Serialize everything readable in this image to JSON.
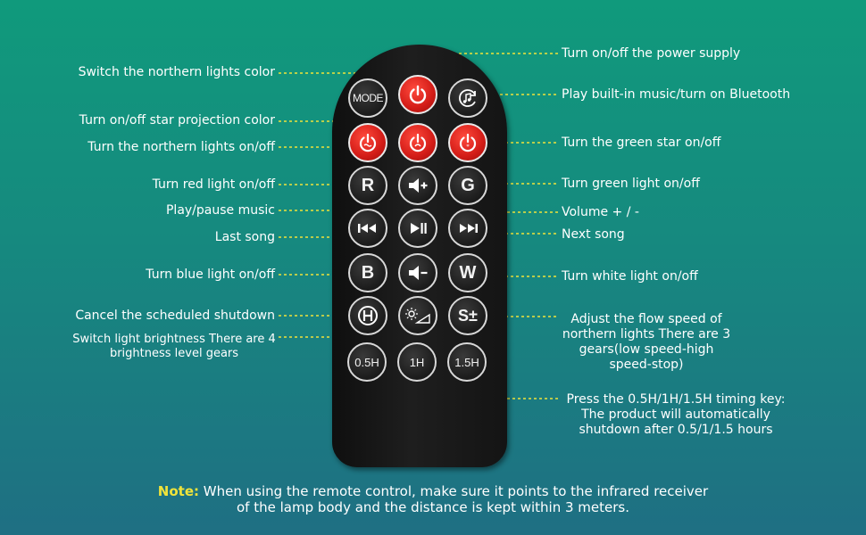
{
  "labels": {
    "left": {
      "switch_color": "Switch the northern lights color",
      "star_projection": "Turn on/off star projection color",
      "northern_onoff": "Turn the northern lights on/off",
      "red_light": "Turn red light on/off",
      "play_pause": "Play/pause music",
      "last_song": "Last song",
      "blue_light": "Turn blue light on/off",
      "cancel_shutdown": "Cancel the scheduled shutdown",
      "brightness_line1": "Switch light brightness There are 4",
      "brightness_line2": "brightness level gears"
    },
    "right": {
      "power": "Turn on/off the power supply",
      "music_bt": "Play built-in music/turn on Bluetooth",
      "green_star": "Turn the green star on/off",
      "green_light": "Turn green light on/off",
      "volume": "Volume + / -",
      "next_song": "Next song",
      "white_light": "Turn white light on/off",
      "flow_line1": "Adjust the flow speed of",
      "flow_line2": "northern lights There are 3",
      "flow_line3": "gears(low speed-high",
      "flow_line4": "speed-stop)",
      "timer_line1": "Press the 0.5H/1H/1.5H timing key:",
      "timer_line2": "The product will automatically",
      "timer_line3": "shutdown after 0.5/1/1.5 hours"
    }
  },
  "buttons": {
    "mode": "MODE",
    "r": "R",
    "g": "G",
    "b": "B",
    "w": "W",
    "s_plus_minus": "S±",
    "t05": "0.5H",
    "t1": "1H",
    "t15": "1.5H"
  },
  "note": {
    "prefix": "Note:",
    "line1": "When using the remote control, make sure it points to the infrared receiver",
    "line2": "of the lamp body and the distance is kept within 3 meters."
  },
  "colors": {
    "leader": "#f0e33a",
    "red_button": "#d31c17",
    "background_top": "#109a7c",
    "background_bottom": "#1f6f83"
  },
  "icons": [
    "power-icon",
    "music-icon",
    "volume-up-icon",
    "volume-down-icon",
    "play-pause-icon",
    "previous-icon",
    "next-icon",
    "cancel-timer-icon",
    "brightness-icon"
  ]
}
